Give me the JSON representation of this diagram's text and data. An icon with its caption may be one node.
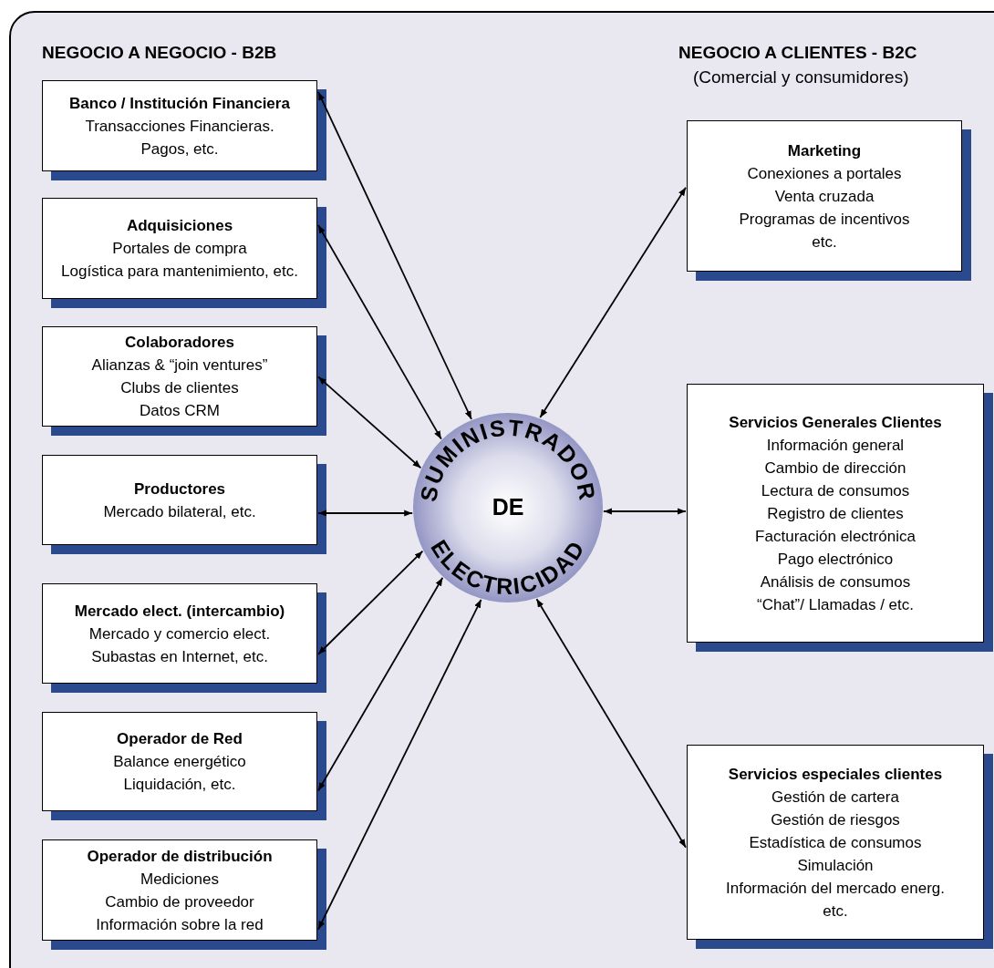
{
  "diagram": {
    "nodes": [
      {
        "text": [
          "Banco / Institución Financiera",
          "Transacciones Financieras.",
          "Pagos, etc."
        ]
      },
      {
        "text": [
          "Adquisiciones",
          "Portales de compra",
          "Logística para mantenimiento, etc."
        ]
      },
      {
        "text": [
          "Colaboradores",
          "Alianzas & “join ventures”",
          "Clubs de clientes",
          "Datos CRM"
        ]
      },
      {
        "text": [
          "Productores",
          "Mercado bilateral, etc."
        ]
      },
      {
        "text": [
          "Mercado elect. (intercambio)",
          "Mercado y comercio elect.",
          "Subastas en Internet, etc."
        ]
      },
      {
        "text": [
          "Operador de Red",
          "Balance energético",
          "Liquidación, etc."
        ]
      },
      {
        "text": [
          "Operador de distribución",
          "Mediciones",
          "Cambio de proveedor",
          "Información sobre la red"
        ]
      },
      {
        "text": [
          "Marketing",
          "Conexiones a portales",
          "Venta cruzada",
          "Programas de incentivos",
          "etc."
        ]
      },
      {
        "text": [
          "Servicios Generales Clientes",
          "Información general",
          "Cambio de dirección",
          "Lectura de consumos",
          "Registro de clientes",
          "Facturación electrónica",
          "Pago electrónico",
          "Análisis de consumos",
          "“Chat”/ Llamadas / etc."
        ]
      },
      {
        "text": [
          "Servicios especiales clientes",
          "Gestión de cartera",
          "Gestión de riesgos",
          "Estadística de consumos",
          "Simulación",
          "Información del mercado energ.",
          "etc."
        ]
      },
      {
        "text": [
          "SUMINISTRADOR",
          "DE",
          "ELECTRICIDAD"
        ]
      }
    ],
    "edges": [
      {
        "from": 0,
        "to": 10,
        "arrow": "both"
      },
      {
        "from": 1,
        "to": 10,
        "arrow": "both"
      },
      {
        "from": 2,
        "to": 10,
        "arrow": "both"
      },
      {
        "from": 3,
        "to": 10,
        "arrow": "both"
      },
      {
        "from": 4,
        "to": 10,
        "arrow": "both"
      },
      {
        "from": 5,
        "to": 10,
        "arrow": "both"
      },
      {
        "from": 6,
        "to": 10,
        "arrow": "both"
      },
      {
        "from": 7,
        "to": 10,
        "arrow": "both"
      },
      {
        "from": 8,
        "to": 10,
        "arrow": "both"
      },
      {
        "from": 9,
        "to": 10,
        "arrow": "both"
      }
    ],
    "labels": [
      "NEGOCIO A NEGOCIO - B2B",
      "NEGOCIO A CLIENTES - B2C",
      "(Comercial y consumidores)"
    ]
  }
}
